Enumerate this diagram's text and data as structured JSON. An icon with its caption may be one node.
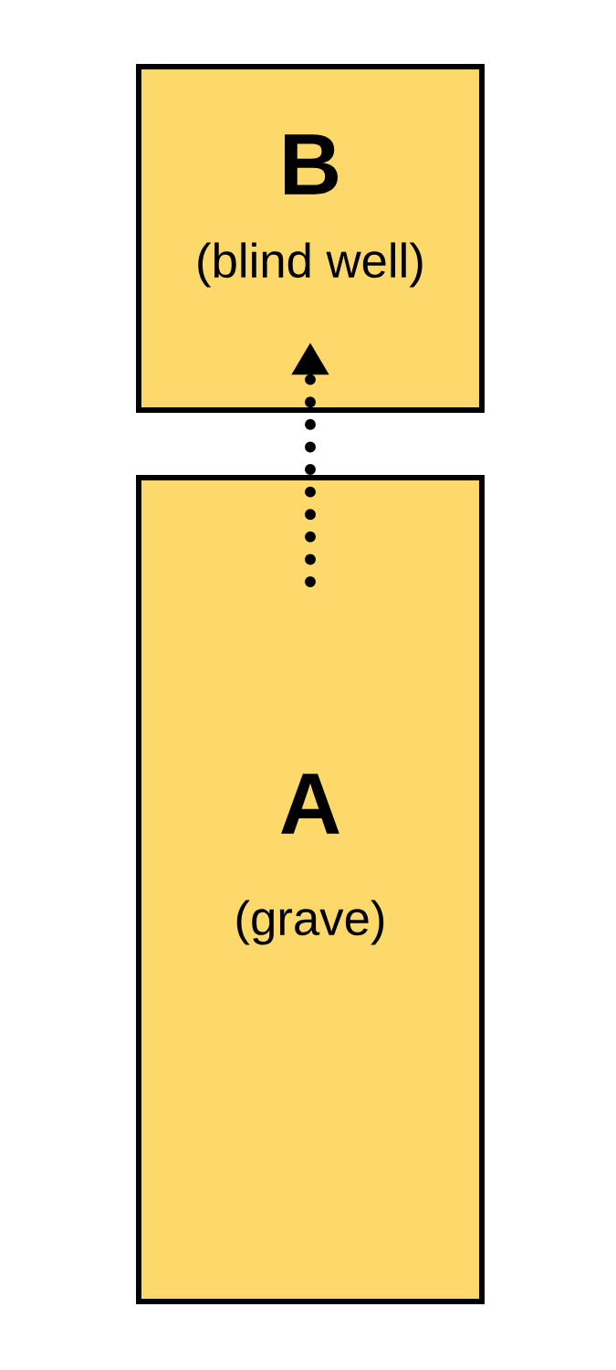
{
  "diagram": {
    "nodes": [
      {
        "text": [
          "B",
          "(blind well)"
        ]
      },
      {
        "text": [
          "A",
          "(grave)"
        ]
      }
    ],
    "edges": [
      {
        "from": 1,
        "to": 0,
        "arrow": "to",
        "style": "dashed"
      }
    ]
  }
}
